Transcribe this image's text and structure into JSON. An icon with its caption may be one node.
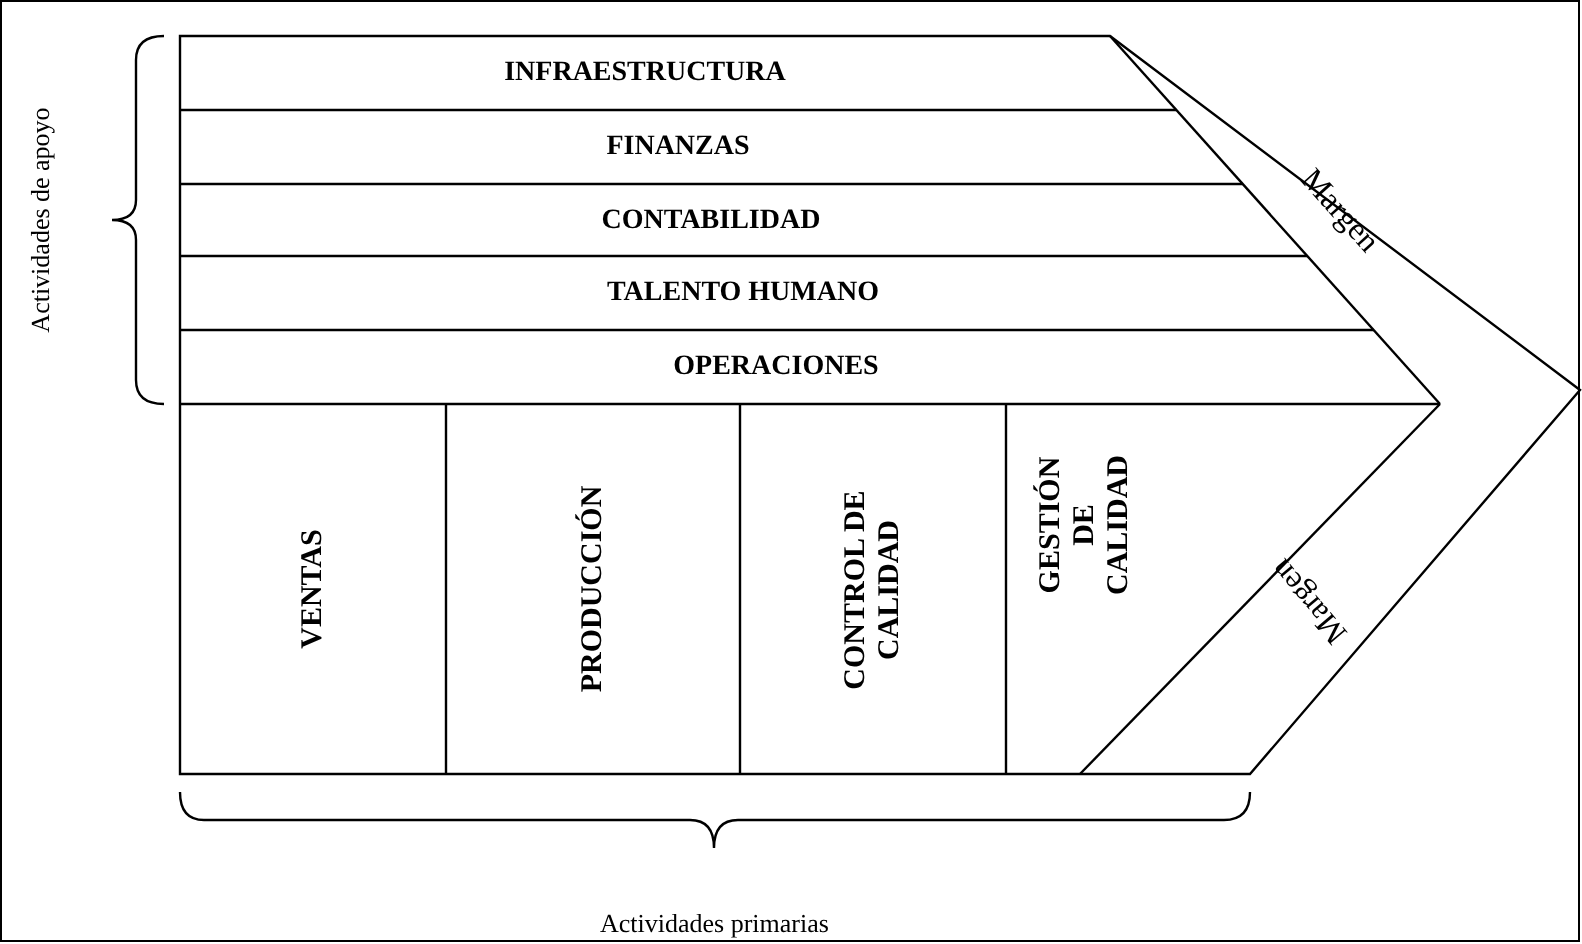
{
  "diagram": {
    "nodes": [
      {
        "text": [
          "INFRAESTRUCTURA"
        ]
      },
      {
        "text": [
          "FINANZAS"
        ]
      },
      {
        "text": [
          "CONTABILIDAD"
        ]
      },
      {
        "text": [
          "TALENTO HUMANO"
        ]
      },
      {
        "text": [
          "OPERACIONES"
        ]
      },
      {
        "text": [
          "VENTAS"
        ]
      },
      {
        "text": [
          "PRODUCCIÓN"
        ]
      },
      {
        "text": [
          "CONTROL DE CALIDAD"
        ]
      },
      {
        "text": [
          "GESTIÓN DE CALIDAD"
        ]
      },
      {
        "text": [
          "Margen"
        ]
      },
      {
        "text": [
          "Margen"
        ]
      }
    ],
    "labels": [
      "Actividades de apoyo",
      "Actividades primarias"
    ]
  }
}
